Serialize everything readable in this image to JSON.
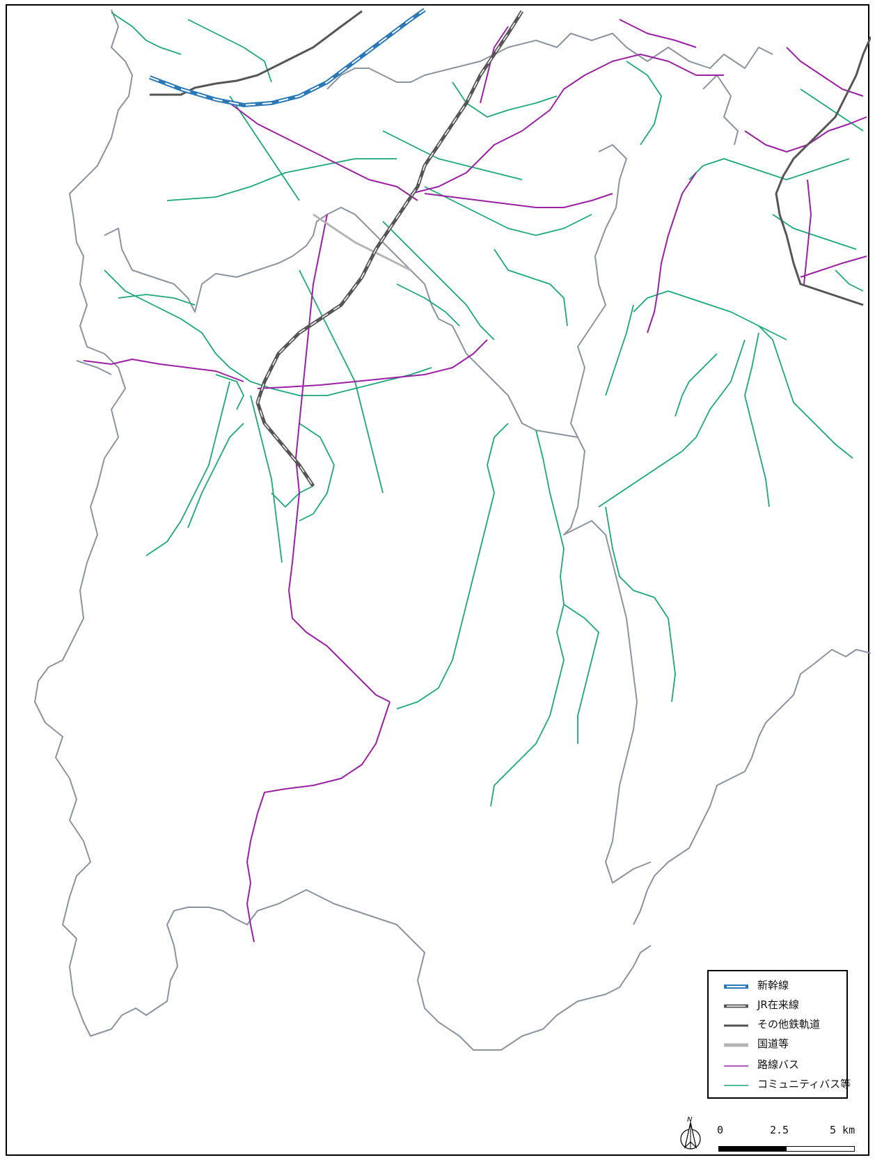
{
  "legend": {
    "items": [
      {
        "label": "新幹線",
        "style": "shinkansen",
        "color": "#2a78b8"
      },
      {
        "label": "JR在来線",
        "style": "jr",
        "color": "#555555"
      },
      {
        "label": "その他鉄軌道",
        "style": "other-rail",
        "color": "#555555"
      },
      {
        "label": "国道等",
        "style": "national-road",
        "color": "#b5b5b5"
      },
      {
        "label": "路線バス",
        "style": "route-bus",
        "color": "#9b1fa4"
      },
      {
        "label": "コミュニティバス等",
        "style": "community-bus",
        "color": "#1aa77a"
      }
    ]
  },
  "scale": {
    "north_label": "N",
    "labels": [
      "0",
      "2.5",
      "5 km"
    ]
  },
  "colors": {
    "boundary": "#8a93a0",
    "route_bus": "#9b1fa4",
    "community_bus": "#1aa77a",
    "shinkansen": "#2a78b8",
    "rail": "#555555"
  }
}
